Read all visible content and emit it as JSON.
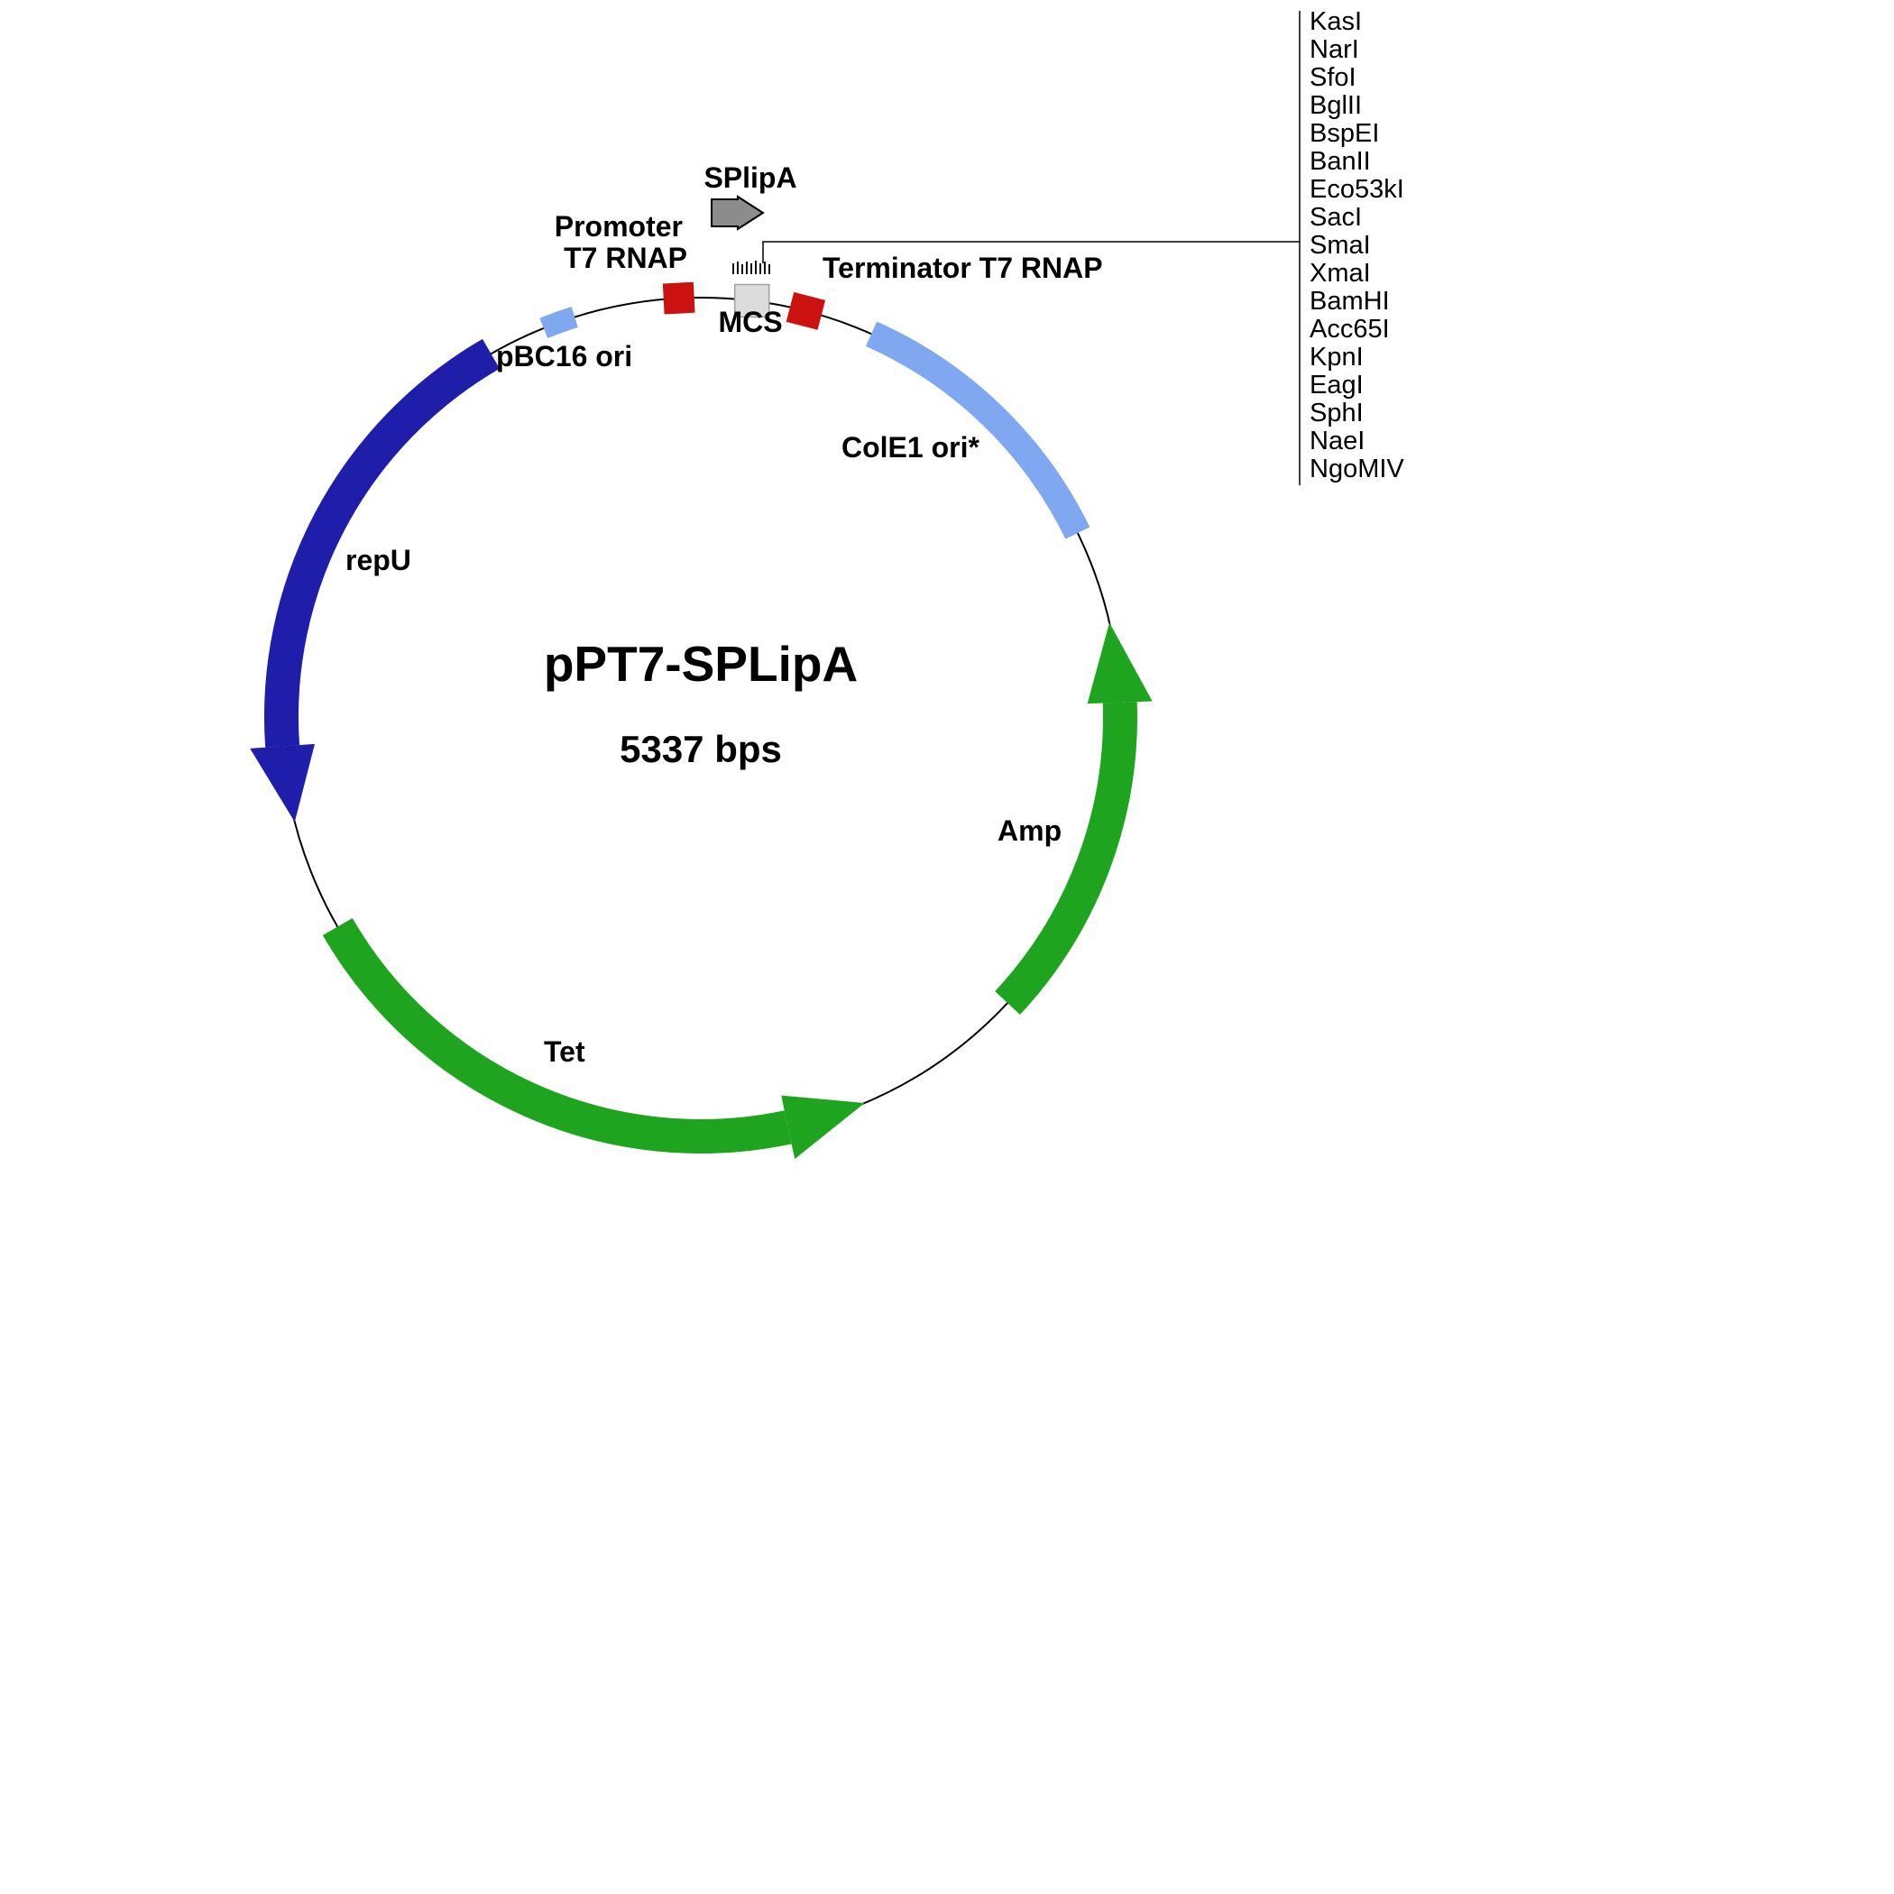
{
  "diagram": {
    "title": "pPT7-SPLipA",
    "size_label": "5337 bps",
    "features": {
      "splipa": {
        "label": "SPlipA",
        "color": "#8c8c8c"
      },
      "promoter": {
        "label_line1": "Promoter",
        "label_line2": "T7 RNAP",
        "color": "#cc1111"
      },
      "terminator": {
        "label": "Terminator T7 RNAP",
        "color": "#cc1111"
      },
      "mcs": {
        "label": "MCS",
        "color": "#dcdcdc"
      },
      "pbc16_ori": {
        "label": "pBC16 ori",
        "color": "#7fa8f0"
      },
      "cole1_ori": {
        "label": "ColE1 ori*",
        "color": "#7fa8f0"
      },
      "repu": {
        "label": "repU",
        "color": "#1e1eaa"
      },
      "amp": {
        "label": "Amp",
        "color": "#1ea41e"
      },
      "tet": {
        "label": "Tet",
        "color": "#1ea41e"
      }
    },
    "restriction_sites": [
      "KasI",
      "NarI",
      "SfoI",
      "BglII",
      "BspEI",
      "BanII",
      "Eco53kI",
      "SacI",
      "SmaI",
      "XmaI",
      "BamHI",
      "Acc65I",
      "KpnI",
      "EagI",
      "SphI",
      "NaeI",
      "NgoMIV"
    ]
  }
}
